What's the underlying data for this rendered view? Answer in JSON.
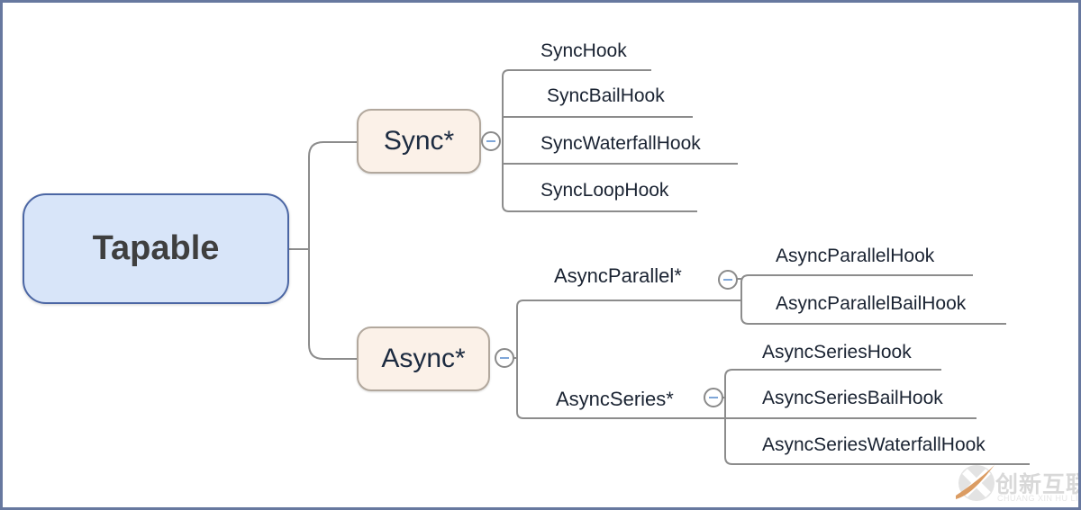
{
  "mindmap": {
    "root": "Tapable",
    "sync": {
      "label": "Sync*",
      "children": [
        "SyncHook",
        "SyncBailHook",
        "SyncWaterfallHook",
        "SyncLoopHook"
      ]
    },
    "async": {
      "label": "Async*",
      "parallel": {
        "label": "AsyncParallel*",
        "children": [
          "AsyncParallelHook",
          "AsyncParallelBailHook"
        ]
      },
      "series": {
        "label": "AsyncSeries*",
        "children": [
          "AsyncSeriesHook",
          "AsyncSeriesBailHook",
          "AsyncSeriesWaterfallHook"
        ]
      }
    },
    "collapse_icon": "minus"
  },
  "watermark": {
    "brand": "创新互联",
    "pinyin": "CHUANG XIN HU LIAN"
  },
  "colors": {
    "frame_border": "#67789f",
    "root_fill": "#d8e5f9",
    "root_border": "#4b66a4",
    "branch_fill": "#fbf1e8",
    "branch_border": "#b2a89d",
    "connector_line": "#8c8c8c",
    "minus_glyph": "#7ea6d8",
    "watermark_orange": "#db9c63"
  }
}
